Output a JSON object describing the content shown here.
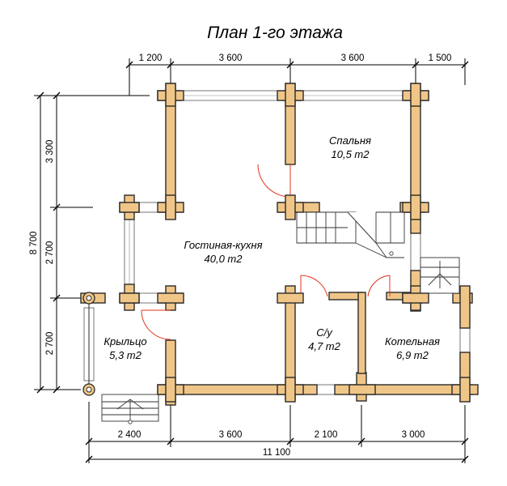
{
  "title": "План 1-го этажа",
  "rooms": {
    "bedroom": {
      "name": "Спальня",
      "area": "10,5 m2"
    },
    "living_kitchen": {
      "name": "Гостиная-кухня",
      "area": "40,0 m2"
    },
    "porch": {
      "name": "Крыльцо",
      "area": "5,3 m2"
    },
    "bathroom": {
      "name": "С/у",
      "area": "4,7 m2"
    },
    "boiler": {
      "name": "Котельная",
      "area": "6,9 m2"
    }
  },
  "dimensions": {
    "top": [
      "1 200",
      "3 600",
      "3 600",
      "1 500"
    ],
    "bottom": [
      "2 400",
      "3 600",
      "2 100",
      "3 000"
    ],
    "bottom_total": "11 100",
    "left": [
      "3 300",
      "2 700",
      "2 700"
    ],
    "left_total": "8 700"
  },
  "colors": {
    "wall": "#f0c688",
    "door": "#e0341c"
  }
}
